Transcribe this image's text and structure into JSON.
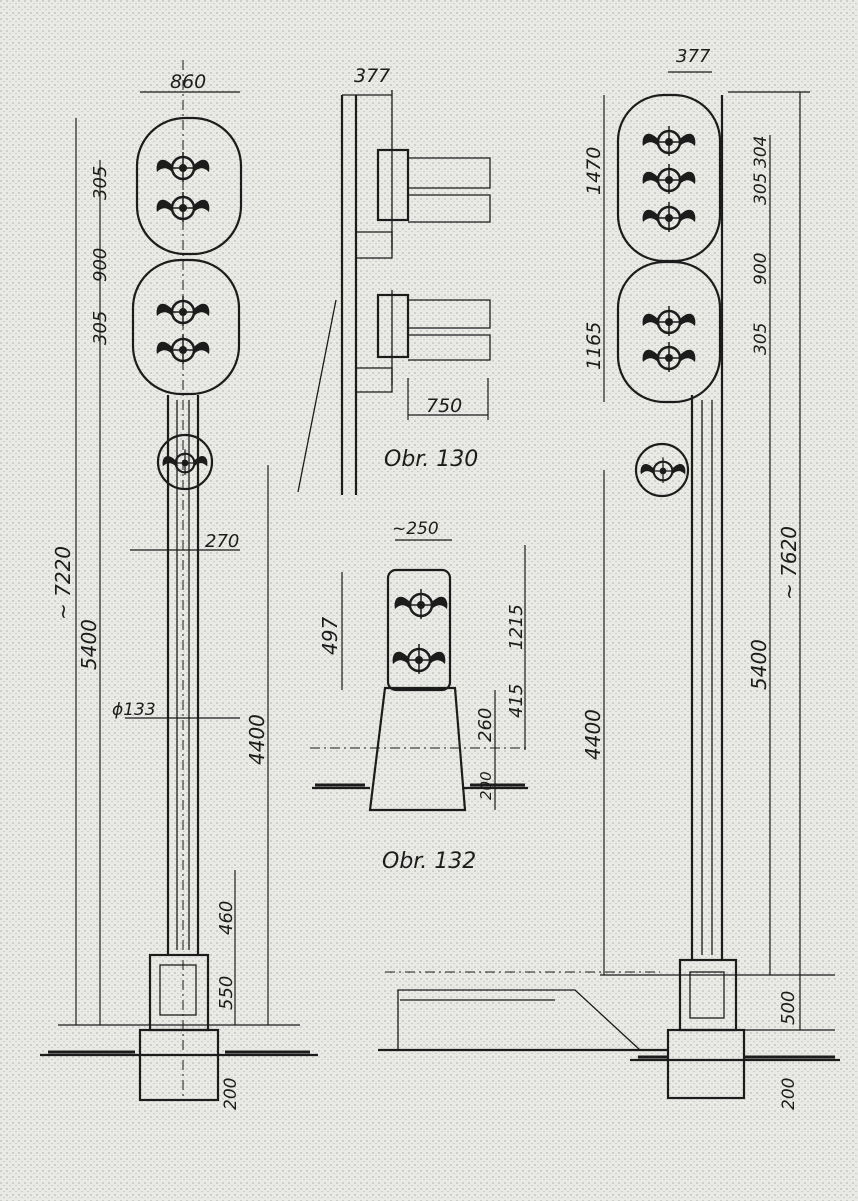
{
  "figures": {
    "fig130": {
      "caption": "Obr. 130"
    },
    "fig132": {
      "caption": "Obr. 132"
    }
  },
  "dimensions": {
    "left": {
      "lamp_width": "860",
      "upper_spacing": "305",
      "head_gap": "900",
      "lower_spacing": "305",
      "total_height": "~ 7220",
      "height_5400": "5400",
      "mast_width": "270",
      "mast_diameter": "ϕ133",
      "height_4400": "4400",
      "dim_460": "460",
      "dim_550": "550",
      "foundation": "200"
    },
    "fig130": {
      "top_width": "377",
      "bottom_width": "750"
    },
    "fig132": {
      "top_width": "~250",
      "dim_497": "497",
      "dim_1215": "1215",
      "dim_415": "415",
      "dim_260": "260",
      "dim_200": "200"
    },
    "right": {
      "top_width": "377",
      "upper_head": "1470",
      "lower_head": "1165",
      "spacing_305": "305",
      "spacing_304": "304",
      "head_gap": "900",
      "lower_spacing": "305",
      "total_height": "~ 7620",
      "height_5400": "5400",
      "height_4400": "4400",
      "dim_500": "500",
      "foundation": "200"
    }
  },
  "colors": {
    "paper": "#e9e9e6",
    "ink": "#1c1c1c"
  },
  "icons": {
    "signal_lamp": "signal-lamp-icon"
  }
}
